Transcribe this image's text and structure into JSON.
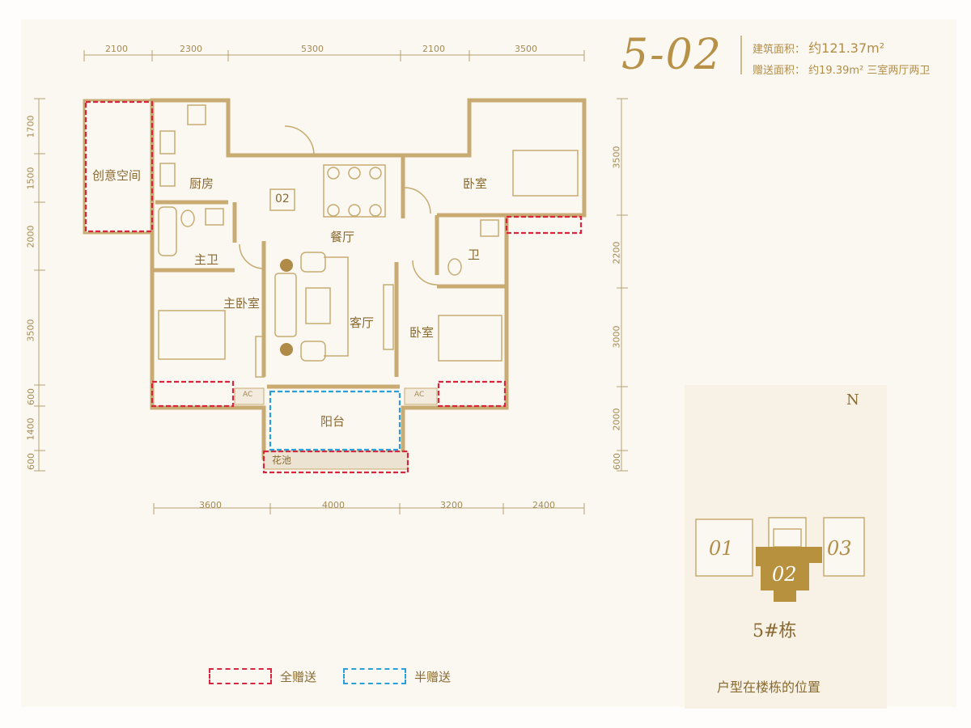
{
  "header": {
    "unit_code": "5-02",
    "built_area_label": "建筑面积：",
    "built_area_value": "约121.37m²",
    "gift_area_label": "赠送面积：",
    "gift_area_value": "约19.39m²",
    "layout": "三室两厅两卫"
  },
  "rooms": {
    "creative_space": "创意空间",
    "kitchen": "厨房",
    "dining": "餐厅",
    "unit_marker": "02",
    "bedroom_top": "卧室",
    "master_bath": "主卫",
    "bath": "卫",
    "master_bedroom": "主卧室",
    "living": "客厅",
    "bedroom_right": "卧室",
    "balcony": "阳台",
    "planter": "花池",
    "ac_left": "AC",
    "ac_right": "AC"
  },
  "dimensions": {
    "top": [
      "2100",
      "2300",
      "5300",
      "2100",
      "3500"
    ],
    "bottom": [
      "3600",
      "4000",
      "3200",
      "2400"
    ],
    "left": [
      "1700",
      "1500",
      "2000",
      "3500",
      "600",
      "1400",
      "600"
    ],
    "right": [
      "3500",
      "2200",
      "3000",
      "2000",
      "600"
    ]
  },
  "compass": {
    "north": "N"
  },
  "location": {
    "units": [
      "01",
      "02",
      "03"
    ],
    "building": "5#栋",
    "caption": "户型在楼栋的位置"
  },
  "legend": {
    "full_gift": "全赠送",
    "half_gift": "半赠送"
  },
  "colors": {
    "accent_gold": "#b28d47",
    "wall": "#c8ab72",
    "full_gift_dash": "#d7263d",
    "half_gift_dash": "#2a9fd8",
    "highlight_unit": "#b8913e"
  }
}
